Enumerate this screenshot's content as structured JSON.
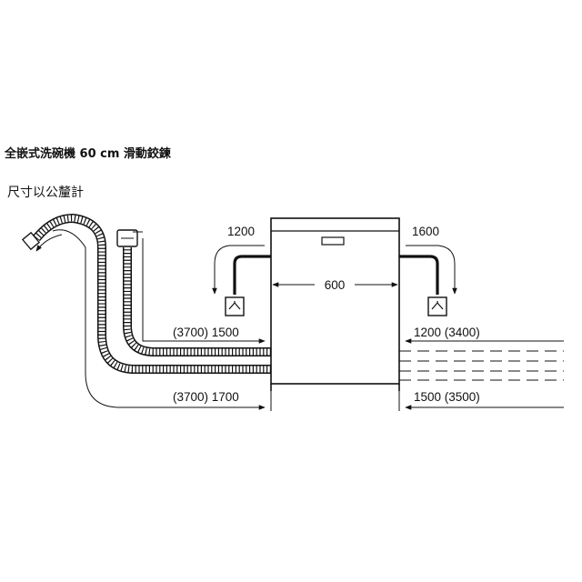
{
  "page": {
    "title": "全嵌式洗碗機 60 cm 滑動鉸鍊",
    "subtitle": "尺寸以公釐計"
  },
  "diagram": {
    "dim_width": "600",
    "dim_left_top": "1200",
    "dim_right_top": "1600",
    "dim_left_middle": "(3700) 1500",
    "dim_left_bottom": "(3700) 1700",
    "dim_right_middle": "1200 (3400)",
    "dim_right_bottom": "1500 (3500)"
  },
  "colors": {
    "line": "#111111",
    "background": "#ffffff",
    "hose_fill": "#ffffff"
  }
}
